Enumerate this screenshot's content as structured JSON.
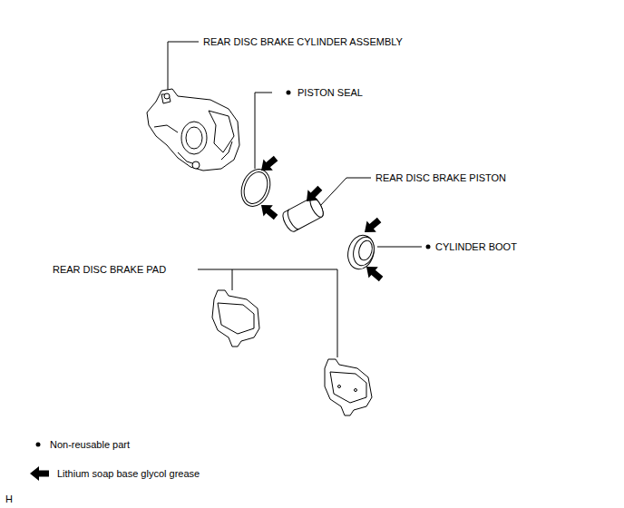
{
  "diagram": {
    "labels": [
      "REAR DISC BRAKE CYLINDER ASSEMBLY",
      "PISTON SEAL",
      "REAR DISC BRAKE PISTON",
      "CYLINDER BOOT",
      "REAR DISC BRAKE PAD",
      "H"
    ],
    "legend": [
      {
        "text": "Non-reusable part"
      },
      {
        "text": "Lithium soap base glycol grease"
      }
    ]
  }
}
